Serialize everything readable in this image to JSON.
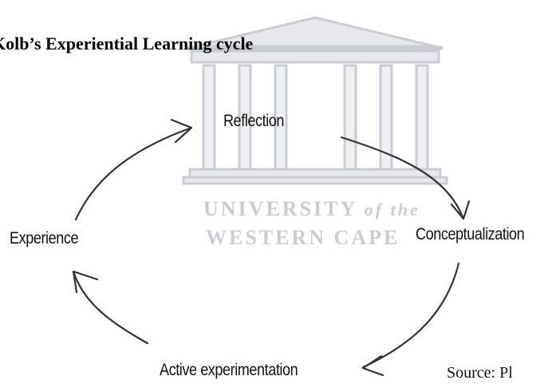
{
  "title": "Kolb’s Experiential Learning cycle",
  "watermark": {
    "line1": "UNIVERSITY",
    "line1_suffix": "of the",
    "line2": "WESTERN CAPE"
  },
  "diagram": {
    "type": "cycle",
    "direction": "clockwise",
    "stages": [
      "Reflection",
      "Conceptualization",
      "Active experimentation",
      "Experience"
    ],
    "arrow_color": "#333333"
  },
  "footer": {
    "source_text": "Source: Pl"
  }
}
